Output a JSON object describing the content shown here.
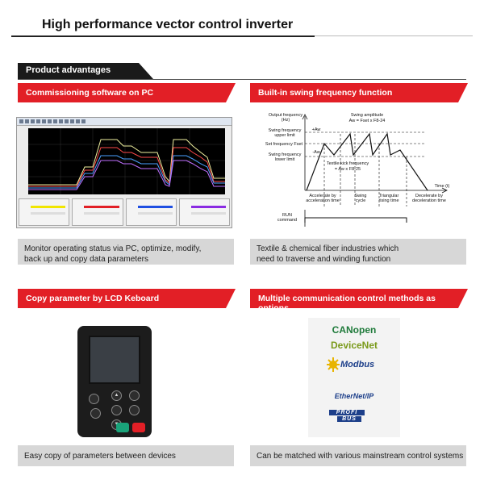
{
  "page": {
    "title": "High performance vector control inverter"
  },
  "section": {
    "label": "Product advantages"
  },
  "features": [
    {
      "heading": "Commissioning software on PC",
      "caption_line1": "Monitor operating status via PC, optimize, modify,",
      "caption_line2": "back up and copy data parameters"
    },
    {
      "heading": "Built-in swing frequency function",
      "caption_line1": "Textile & chemical fiber industries which",
      "caption_line2": "need to traverse and winding function"
    },
    {
      "heading": "Copy parameter by LCD Keboard",
      "caption_line1": "Easy copy of parameters between devices",
      "caption_line2": ""
    },
    {
      "heading": "Multiple communication control methods as options",
      "caption_line1": "Can be matched with various mainstream control systems",
      "caption_line2": ""
    }
  ],
  "diagram": {
    "output_freq": "Output frequency (Hz)",
    "swing_amp_line1": "Swing amplitude",
    "swing_amp_line2": "Aw = Fset x F8-24",
    "upper": "Swing frequency upper limit",
    "set_freq": "Set frequency Fset",
    "lower": "Swing frequency lower limit",
    "aw_top": "+Aw",
    "aw_bot": "-Aw",
    "kick_line1": "Textile kick frequency",
    "kick_line2": "= Aw x F8-25",
    "time": "Time (t)",
    "accel": "Accelerate by acceleration time",
    "swing_cycle": "Swing cycle",
    "tri_rise": "Triangular rising time",
    "decel": "Decelerate by deceleration time",
    "run_cmd": "RUN command"
  },
  "protocols": {
    "canopen": "CANopen",
    "devicenet": "DeviceNet",
    "modbus": "Modbus",
    "ethernetip": "EtherNet/IP",
    "profi": "PROFI",
    "bus": "BUS"
  },
  "colors": {
    "accent": "#e21f26",
    "caption_bg": "#d7d7d7",
    "tab_bg": "#1a1a1a"
  }
}
